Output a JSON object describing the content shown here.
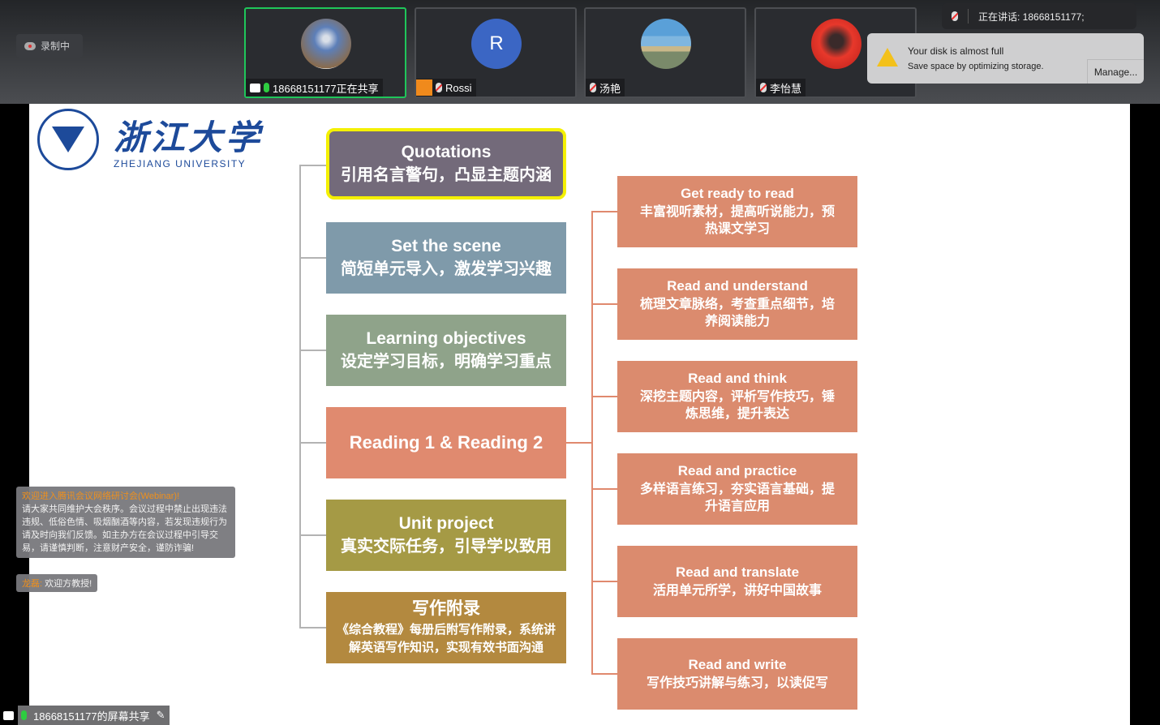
{
  "meeting": {
    "recording_label": "录制中",
    "participants": [
      {
        "name": "18668151177正在共享",
        "avatar": "photo-church",
        "mic": "on",
        "sharing": true
      },
      {
        "name": "Rossi",
        "avatar_letter": "R",
        "mic": "off"
      },
      {
        "name": "汤艳",
        "avatar": "photo-beach",
        "mic": "off"
      },
      {
        "name": "李怡慧",
        "avatar": "photo-red",
        "mic": "off"
      }
    ],
    "speaking": "正在讲话: 18668151177;",
    "notification": {
      "title": "Your disk is almost full",
      "body": "Save space by optimizing storage.",
      "button": "Manage..."
    },
    "chat": {
      "welcome_title": "欢迎进入腾讯会议网络研讨会(Webinar)!",
      "welcome_body": "请大家共同维护大会秩序。会议过程中禁止出现违法违规、低俗色情、吸烟酗酒等内容，若发现违规行为请及时向我们反馈。如主办方在会议过程中引导交易，请谨慎判断，注意财产安全，谨防诈骗!",
      "msg_sender": "龙磊:",
      "msg_text": "欢迎方教授!"
    },
    "share_label": "18668151177的屏幕共享"
  },
  "slide": {
    "logo": {
      "cn": "浙江大学",
      "en": "ZHEJIANG UNIVERSITY"
    },
    "left": [
      {
        "en": "Quotations",
        "cn": "引用名言警句，凸显主题内涵",
        "color": "#736a7a",
        "highlight": true
      },
      {
        "en": "Set the scene",
        "cn": "简短单元导入，激发学习兴趣",
        "color": "#7f9aaa"
      },
      {
        "en": "Learning objectives",
        "cn": "设定学习目标，明确学习重点",
        "color": "#8fa38a"
      },
      {
        "en": "Reading 1 & Reading 2",
        "cn": "",
        "color": "#e08a6f"
      },
      {
        "en": "Unit project",
        "cn": "真实交际任务，引导学以致用",
        "color": "#a59a45"
      },
      {
        "en": "写作附录",
        "cn": "《综合教程》每册后附写作附录，系统讲解英语写作知识，实现有效书面沟通",
        "color": "#b3893f"
      }
    ],
    "right": [
      {
        "en": "Get ready to read",
        "cn": "丰富视听素材，提高听说能力，预热课文学习"
      },
      {
        "en": "Read and understand",
        "cn": "梳理文章脉络，考查重点细节，培养阅读能力"
      },
      {
        "en": "Read and think",
        "cn": "深挖主题内容，评析写作技巧，锤炼思维，提升表达"
      },
      {
        "en": "Read and practice",
        "cn": "多样语言练习，夯实语言基础，提升语言应用"
      },
      {
        "en": "Read and translate",
        "cn": "活用单元所学，讲好中国故事"
      },
      {
        "en": "Read and write",
        "cn": "写作技巧讲解与练习，以读促写"
      }
    ],
    "right_color": "#db8b6e"
  }
}
